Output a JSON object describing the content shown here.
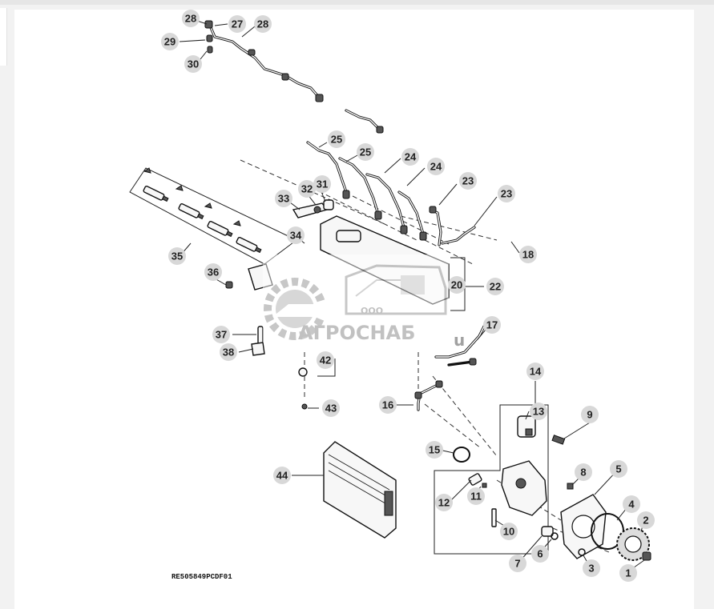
{
  "diagram": {
    "reference_code": "RE505849PCDF01",
    "callouts": [
      {
        "id": "c28a",
        "label": "28"
      },
      {
        "id": "c27",
        "label": "27"
      },
      {
        "id": "c28b",
        "label": "28"
      },
      {
        "id": "c29",
        "label": "29"
      },
      {
        "id": "c30",
        "label": "30"
      },
      {
        "id": "c25a",
        "label": "25"
      },
      {
        "id": "c25b",
        "label": "25"
      },
      {
        "id": "c24a",
        "label": "24"
      },
      {
        "id": "c24b",
        "label": "24"
      },
      {
        "id": "c23a",
        "label": "23"
      },
      {
        "id": "c23b",
        "label": "23"
      },
      {
        "id": "c33",
        "label": "33"
      },
      {
        "id": "c32",
        "label": "32"
      },
      {
        "id": "c31",
        "label": "31"
      },
      {
        "id": "c34",
        "label": "34"
      },
      {
        "id": "c35",
        "label": "35"
      },
      {
        "id": "c18",
        "label": "18"
      },
      {
        "id": "c36",
        "label": "36"
      },
      {
        "id": "c20",
        "label": "20"
      },
      {
        "id": "c22",
        "label": "22"
      },
      {
        "id": "c37",
        "label": "37"
      },
      {
        "id": "c38",
        "label": "38"
      },
      {
        "id": "c42",
        "label": "42"
      },
      {
        "id": "c17",
        "label": "17"
      },
      {
        "id": "c43",
        "label": "43"
      },
      {
        "id": "c16",
        "label": "16"
      },
      {
        "id": "c14",
        "label": "14"
      },
      {
        "id": "c13",
        "label": "13"
      },
      {
        "id": "c9",
        "label": "9"
      },
      {
        "id": "c15",
        "label": "15"
      },
      {
        "id": "c44",
        "label": "44"
      },
      {
        "id": "c8",
        "label": "8"
      },
      {
        "id": "c5",
        "label": "5"
      },
      {
        "id": "c12",
        "label": "12"
      },
      {
        "id": "c11",
        "label": "11"
      },
      {
        "id": "c4",
        "label": "4"
      },
      {
        "id": "c2",
        "label": "2"
      },
      {
        "id": "c10",
        "label": "10"
      },
      {
        "id": "c6",
        "label": "6"
      },
      {
        "id": "c7",
        "label": "7"
      },
      {
        "id": "c3",
        "label": "3"
      },
      {
        "id": "c1",
        "label": "1"
      }
    ]
  },
  "watermark": {
    "company_prefix": "ООО",
    "company_name": "АГРОСНАБ",
    "suffix": "u"
  },
  "colors": {
    "callout_fill": "#d8d8d8",
    "line": "#111111",
    "watermark": "#b0b0b0",
    "background": "#ffffff"
  }
}
